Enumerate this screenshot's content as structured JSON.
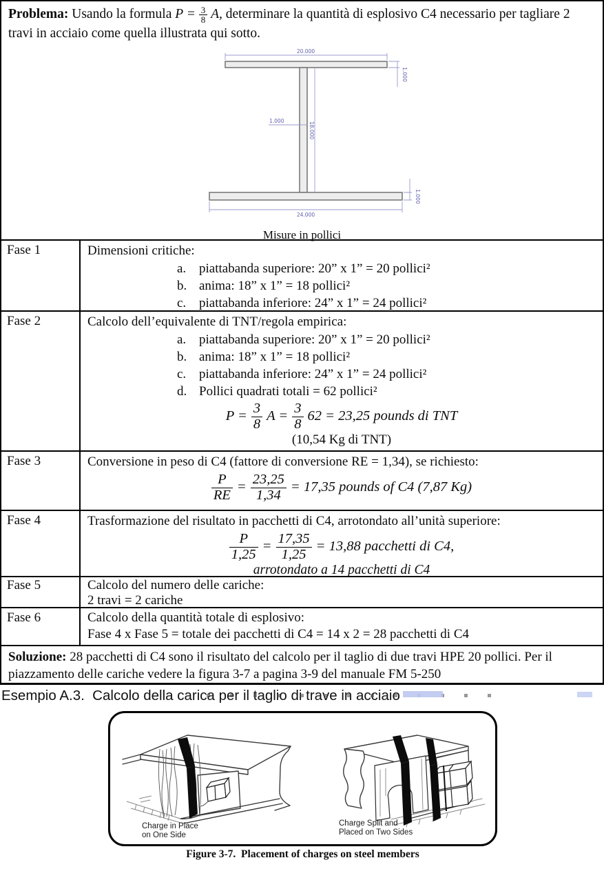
{
  "problem": {
    "label": "Problema:",
    "before": "Usando la formula",
    "formula": {
      "t0": "P =",
      "num": "3",
      "den": "8",
      "t1": "A,"
    },
    "after": "determinare la quantità di esplosivo C4 necessario per tagliare 2 travi in acciaio come quella illustrata qui sotto."
  },
  "diagram": {
    "caption": "Misure in pollici",
    "dim_top_width": "20.000",
    "dim_top_thickness": "1.000",
    "dim_web_thickness": "1.000",
    "dim_web_height": "18.000",
    "dim_bottom_width": "24.000",
    "dim_bottom_thickness": "1.000",
    "dim_color": "#7575bb"
  },
  "phases": {
    "f1": {
      "label": "Fase 1",
      "title": "Dimensioni critiche:",
      "items": [
        {
          "letter": "a.",
          "text": "piattabanda superiore: 20” x 1” = 20 pollici²"
        },
        {
          "letter": "b.",
          "text": "anima: 18” x 1” = 18 pollici²"
        },
        {
          "letter": "c.",
          "text": "piattabanda inferiore: 24” x 1” = 24 pollici²"
        }
      ]
    },
    "f2": {
      "label": "Fase 2",
      "title": "Calcolo dell’equivalente di TNT/regola empirica:",
      "items": [
        {
          "letter": "a.",
          "text": "piattabanda superiore: 20” x 1” = 20 pollici²"
        },
        {
          "letter": "b.",
          "text": "anima: 18” x 1” = 18 pollici²"
        },
        {
          "letter": "c.",
          "text": "piattabanda inferiore: 24” x 1” = 24 pollici²"
        },
        {
          "letter": "d.",
          "text": "Pollici quadrati totali = 62 pollici²"
        }
      ],
      "formula": {
        "t1": "P =",
        "f1n": "3",
        "f1d": "8",
        "t2": "A =",
        "f2n": "3",
        "f2d": "8",
        "t3": "62 = 23,25 pounds di TNT"
      },
      "note": "(10,54 Kg di TNT)"
    },
    "f3": {
      "label": "Fase 3",
      "title": "Conversione in peso di C4 (fattore di conversione RE = 1,34), se richiesto:",
      "formula": {
        "f1n": "P",
        "f1d": "RE",
        "t1": "=",
        "f2n": "23,25",
        "f2d": "1,34",
        "t2": "= 17,35 pounds of C4 (7,87 Kg)"
      }
    },
    "f4": {
      "label": "Fase 4",
      "title": "Trasformazione del risultato in pacchetti di C4, arrotondato all’unità superiore:",
      "formula": {
        "f1n": "P",
        "f1d": "1,25",
        "t1": "=",
        "f2n": "17,35",
        "f2d": "1,25",
        "t2": "= 13,88 pacchetti di C4,"
      },
      "line2": "arrotondato a 14 pacchetti di C4"
    },
    "f5": {
      "label": "Fase 5",
      "title": "Calcolo del numero delle cariche:",
      "line2": "2 travi = 2 cariche"
    },
    "f6": {
      "label": "Fase 6",
      "title": "Calcolo della quantità totale di esplosivo:",
      "line2": "Fase 4 x Fase 5 = totale dei pacchetti di C4 = 14 x 2 = 28 pacchetti di C4"
    }
  },
  "solution": {
    "label": "Soluzione:",
    "text": "28 pacchetti di C4 sono il risultato del calcolo per il taglio di due travi HPE 20 pollici. Per il piazzamento delle cariche vedere la figura 3-7 a pagina 3-9 del manuale FM 5-250"
  },
  "esempio": {
    "text": "Esempio A.3.  Calcolo della carica per il taglio di trave in acciaio"
  },
  "figure": {
    "caption_left_1": "Charge in Place",
    "caption_left_2": "on One Side",
    "caption_right_1": "Charge Split and",
    "caption_right_2": "Placed on Two Sides",
    "title": "Figure 3-7.  Placement of charges on steel members"
  }
}
